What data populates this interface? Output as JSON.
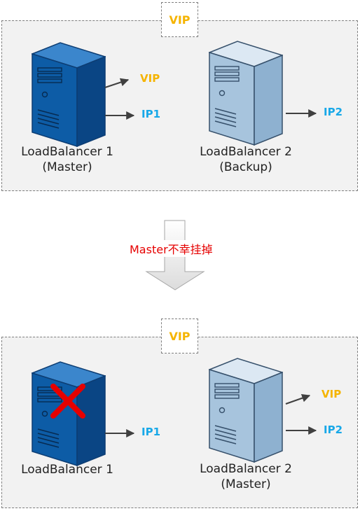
{
  "top_panel": {
    "vip_label": "VIP",
    "server1": {
      "name": "LoadBalancer 1",
      "role": "(Master)",
      "tags": [
        "VIP",
        "IP1"
      ]
    },
    "server2": {
      "name": "LoadBalancer 2",
      "role": "(Backup)",
      "tags": [
        "IP2"
      ]
    }
  },
  "transition": {
    "label": "Master不幸挂掉"
  },
  "bottom_panel": {
    "vip_label": "VIP",
    "server1": {
      "name": "LoadBalancer 1",
      "tags": [
        "IP1"
      ],
      "status": "failed"
    },
    "server2": {
      "name": "LoadBalancer 2",
      "role": "(Master)",
      "tags": [
        "VIP",
        "IP2"
      ]
    }
  },
  "colors": {
    "vip": "#f5b400",
    "ip": "#18a8e8",
    "failure": "#e60000",
    "server_active": "#1565b0",
    "server_standby": "#9cbcd8"
  }
}
